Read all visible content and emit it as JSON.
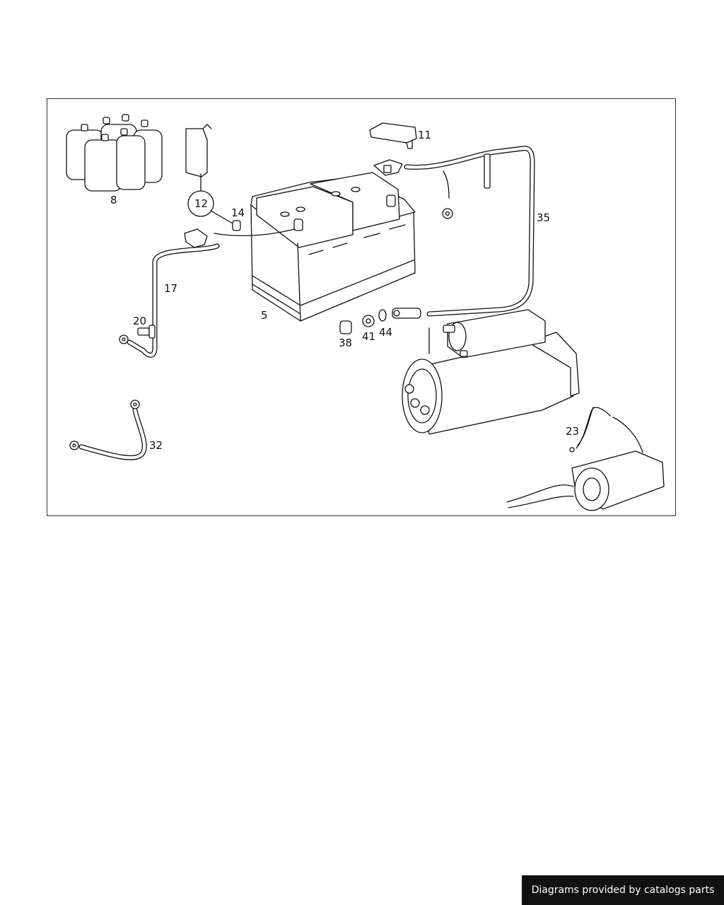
{
  "diagram": {
    "callouts": {
      "p8": "8",
      "p12": "12",
      "p14": "14",
      "p5": "5",
      "p11": "11",
      "p35": "35",
      "p17": "17",
      "p20": "20",
      "p38": "38",
      "p41": "41",
      "p44": "44",
      "p32": "32",
      "p23": "23"
    }
  },
  "footer": {
    "credit": "Diagrams provided by catalogs parts"
  },
  "colors": {
    "ink": "#111111",
    "background": "#ffffff",
    "badge": "#111111"
  }
}
